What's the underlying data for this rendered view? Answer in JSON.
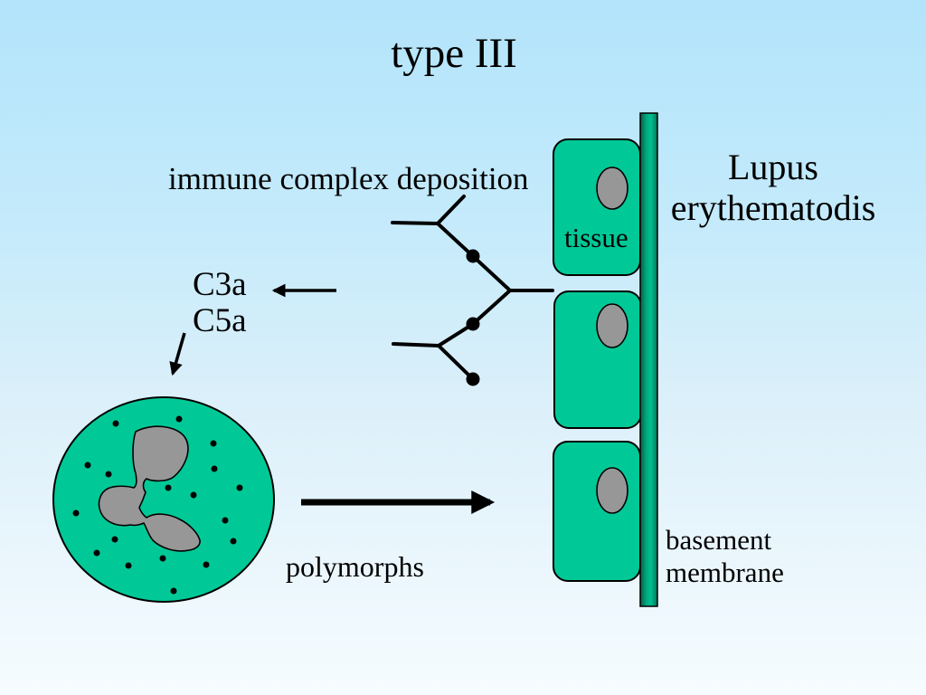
{
  "slide": {
    "title": "type III",
    "annotations": {
      "immune_complex": "immune complex deposition",
      "c3a": "C3a",
      "c5a": "C5a",
      "disease": {
        "line1": "Lupus",
        "line2": "erythematodis"
      },
      "tissue": "tissue",
      "polymorphs": "polymorphs",
      "basement": {
        "line1": "basement",
        "line2": "membrane"
      }
    },
    "colors": {
      "background_top": "#b3e4fb",
      "background_bottom": "#f6fcff",
      "cell_fill": "#00c997",
      "membrane_fill": "#00a87e",
      "nucleus_fill": "#979797",
      "ink": "#000000"
    }
  }
}
